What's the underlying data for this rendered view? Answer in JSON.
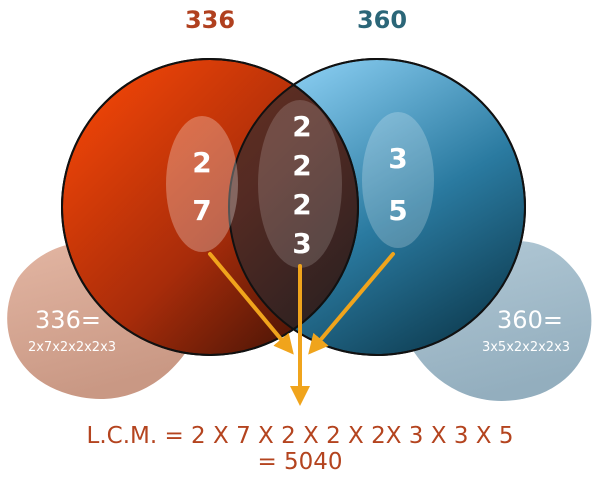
{
  "venn": {
    "left_number": "336",
    "right_number": "360",
    "left_only": [
      "2",
      "7"
    ],
    "intersection": [
      "2",
      "2",
      "2",
      "3"
    ],
    "right_only": [
      "3",
      "5"
    ]
  },
  "factorization": {
    "left": {
      "head": "336=",
      "tail": "2x7x2x2x2x3"
    },
    "right": {
      "head": "360=",
      "tail": "3x5x2x2x2x3"
    }
  },
  "lcm": {
    "line1": "L.C.M. = 2 X 7 X 2 X 2 X 2X 3 X 3 X 5",
    "line2": "= 5040"
  },
  "colors": {
    "left_title": "#b0401f",
    "right_title": "#2b6678",
    "lcm_text": "#b4441f",
    "arrow": "#f0a41c"
  }
}
